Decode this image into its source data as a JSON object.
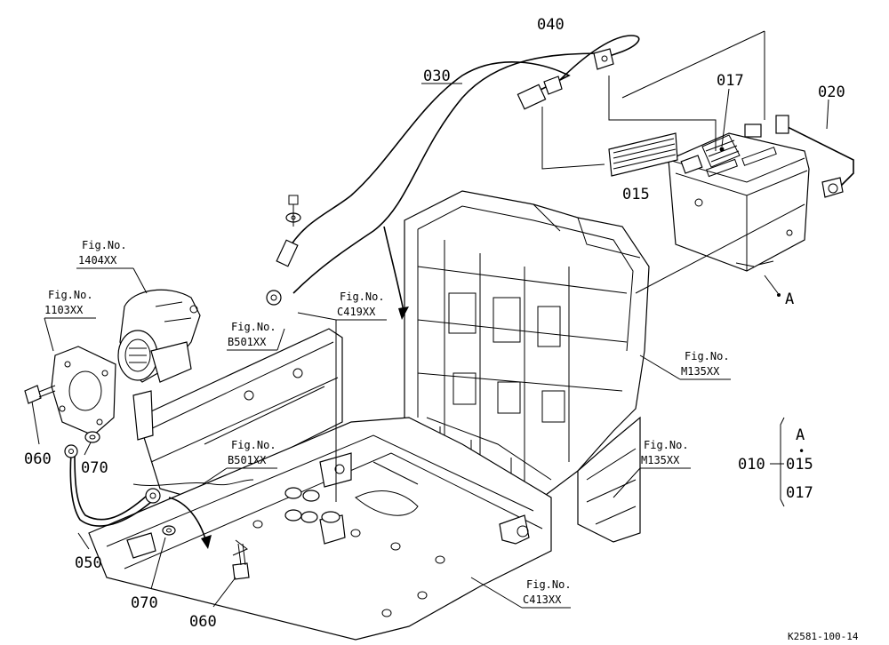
{
  "parts": {
    "p040": "040",
    "p030": "030",
    "p017": "017",
    "p020": "020",
    "p015": "015",
    "p060a": "060",
    "p070a": "070",
    "p050": "050",
    "p070b": "070",
    "p060b": "060",
    "marker_a": "A"
  },
  "figrefs": {
    "f1404": {
      "line1": "Fig.No.",
      "line2": "1404XX"
    },
    "f1103": {
      "line1": "Fig.No.",
      "line2": "1103XX"
    },
    "fb501a": {
      "line1": "Fig.No.",
      "line2": "B501XX"
    },
    "fc419": {
      "line1": "Fig.No.",
      "line2": "C419XX"
    },
    "fm135a": {
      "line1": "Fig.No.",
      "line2": "M135XX"
    },
    "fb501b": {
      "line1": "Fig.No.",
      "line2": "B501XX"
    },
    "fm135b": {
      "line1": "Fig.No.",
      "line2": "M135XX"
    },
    "fc413": {
      "line1": "Fig.No.",
      "line2": "C413XX"
    }
  },
  "kit": {
    "parent": "010",
    "header": "A",
    "dot": "•",
    "items": [
      "015",
      "017"
    ]
  },
  "drawing_number": "K2581-100-14"
}
